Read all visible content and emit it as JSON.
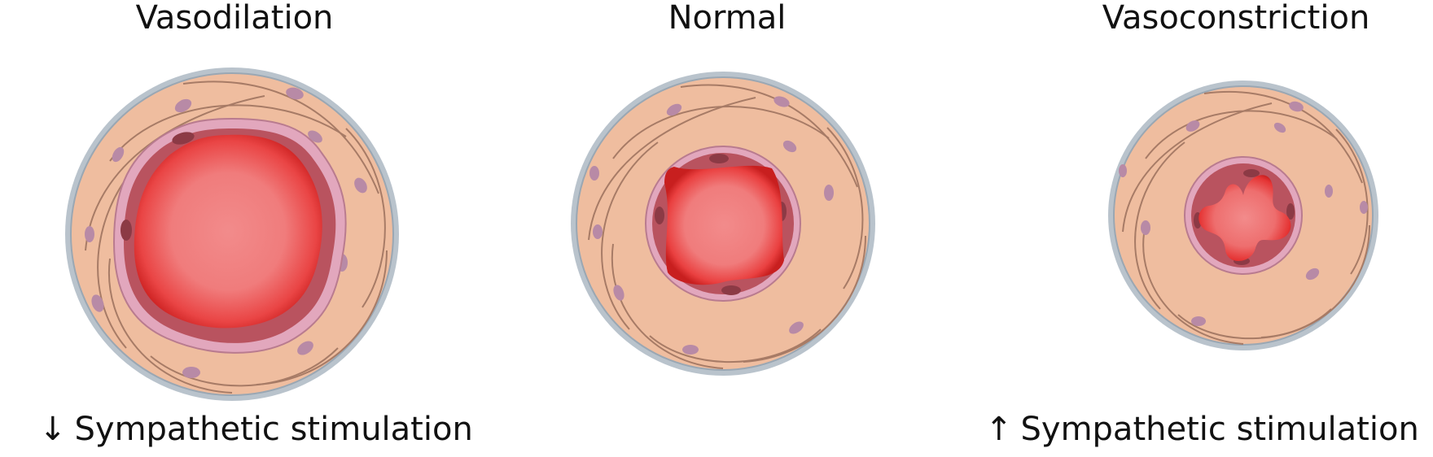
{
  "panels": [
    {
      "id": "vasodilation",
      "title": "Vasodilation",
      "caption": {
        "arrow": "↓",
        "text": "Sympathetic stimulation"
      }
    },
    {
      "id": "normal",
      "title": "Normal"
    },
    {
      "id": "vasoconstriction",
      "title": "Vasoconstriction",
      "caption": {
        "arrow": "↑",
        "text": "Sympathetic stimulation"
      }
    }
  ],
  "colors": {
    "outer_rim": "#b9c3cc",
    "muscle_layer": "#efbd9f",
    "muscle_outline": "#a77b66",
    "muscle_nucleus": "#b88aa6",
    "endothelium_rim": "#e2a7bd",
    "endothelium_fill": "#b9535f",
    "endothelial_nucleus": "#8c3a45",
    "lumen_center": "#f08a8a",
    "lumen_edge": "#e53333"
  }
}
